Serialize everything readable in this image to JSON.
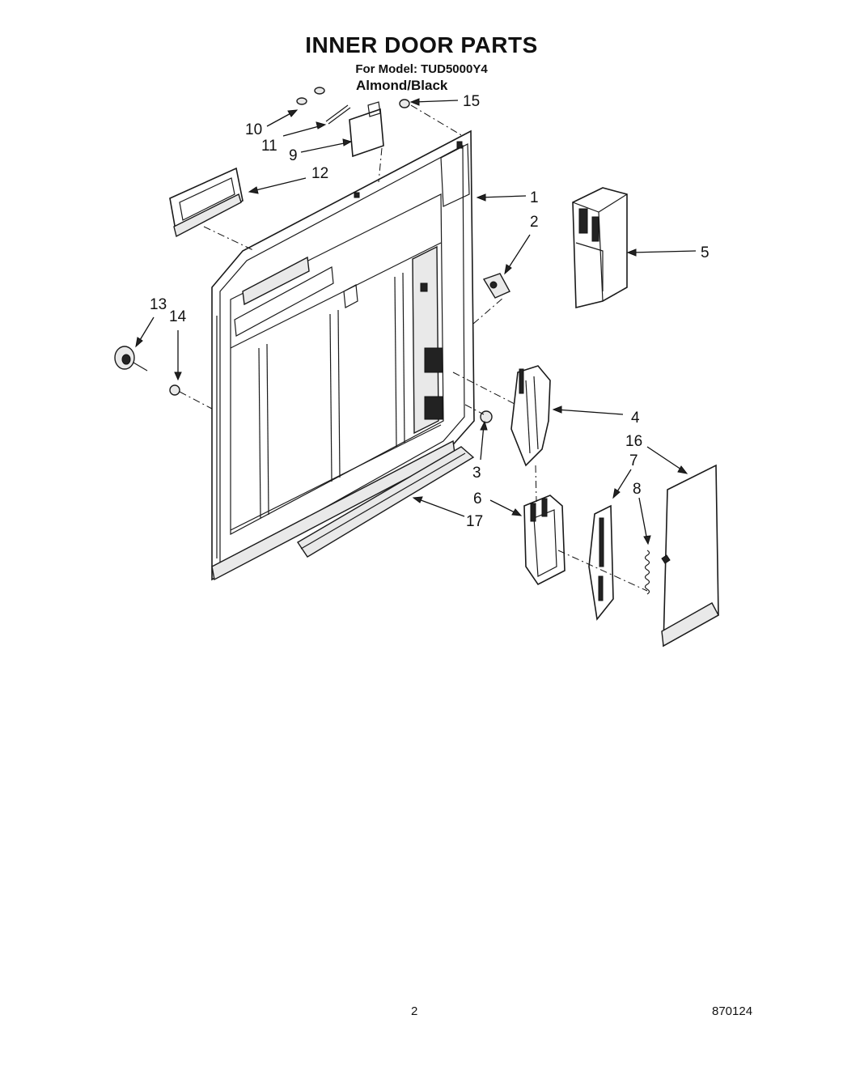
{
  "header": {
    "title": "INNER DOOR PARTS",
    "model_line": "For Model: TUD5000Y4",
    "variant": "Almond/Black"
  },
  "callouts": [
    {
      "id": "c1",
      "label": "1"
    },
    {
      "id": "c2",
      "label": "2"
    },
    {
      "id": "c3",
      "label": "3"
    },
    {
      "id": "c4",
      "label": "4"
    },
    {
      "id": "c5",
      "label": "5"
    },
    {
      "id": "c6",
      "label": "6"
    },
    {
      "id": "c7",
      "label": "7"
    },
    {
      "id": "c8",
      "label": "8"
    },
    {
      "id": "c9",
      "label": "9"
    },
    {
      "id": "c10",
      "label": "10"
    },
    {
      "id": "c11",
      "label": "11"
    },
    {
      "id": "c12",
      "label": "12"
    },
    {
      "id": "c13",
      "label": "13"
    },
    {
      "id": "c14",
      "label": "14"
    },
    {
      "id": "c15",
      "label": "15"
    },
    {
      "id": "c16",
      "label": "16"
    },
    {
      "id": "c17",
      "label": "17"
    }
  ],
  "footer": {
    "page_number": "2",
    "doc_code": "870124"
  }
}
